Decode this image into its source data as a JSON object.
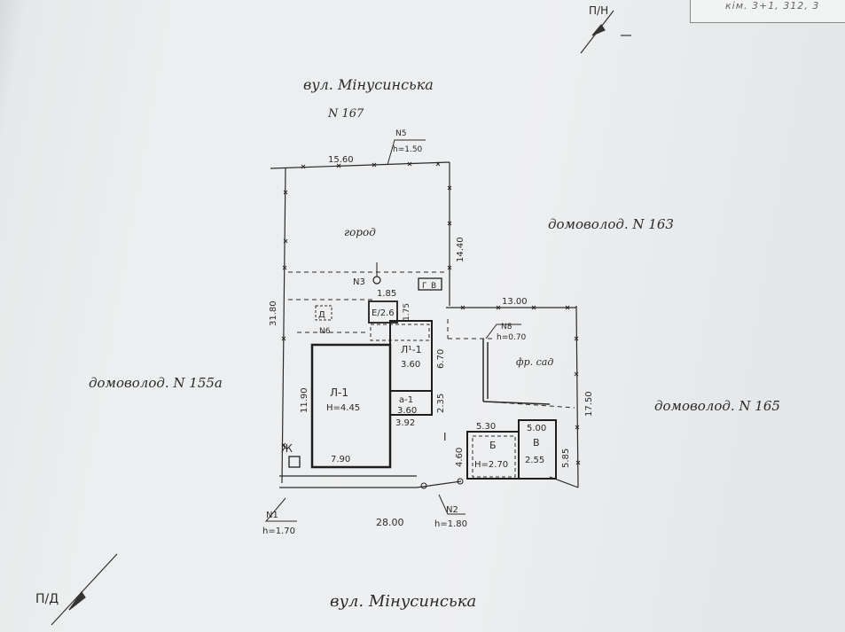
{
  "header": {
    "stamp_text": "кім. 3+1, 312, 3",
    "north_top": "П/Н",
    "north_bottom": "П/Д"
  },
  "streets": {
    "top_name": "вул. Мінусинська",
    "top_number": "N 167",
    "bottom_name": "вул. Мінусинська"
  },
  "neighbors": {
    "right_top": "домоволод. N 163",
    "left": "домоволод. N 155а",
    "right_bottom": "домоволод. N 165"
  },
  "plot": {
    "top_length": "15.60",
    "right_upper": "14.40",
    "left_side": "31.80",
    "middle_top": "13.00",
    "right_lower": "17.50",
    "bottom_length": "28.00",
    "left_house_side": "11.90",
    "garden_label": "город",
    "orchard_label": "фр. сад",
    "yard_label": "I"
  },
  "buildings": {
    "main_house_label": "Л-1",
    "main_house_height": "Н=4.45",
    "main_house_width": "7.90",
    "ext1_label": "Л¹-1",
    "ext1_height": "3.60",
    "ext1_side": "6.70",
    "ext2_label": "а-1",
    "ext2_height": "3.60",
    "ext2_width": "3.92",
    "ext2_side": "2.35",
    "shed_e_label": "Е/2.6",
    "shed_e_top": "1.85",
    "shed_e_side": "1.75",
    "small_label": "Д",
    "shed_b_label": "Б",
    "shed_b_height": "Н=2.70",
    "shed_b_top": "5.30",
    "shed_b_side": "4.60",
    "shed_v_label": "В",
    "shed_v_height": "2.55",
    "shed_v_top": "5.00",
    "shed_v_side": "5.85",
    "toilet_label": "Г",
    "toilet_label2": "В",
    "bottom_left_label": "Ж"
  },
  "fences": {
    "n1": "N1",
    "n1_height": "h=1.70",
    "n2": "N2",
    "n2_height": "h=1.80",
    "n3": "N3",
    "n5": "N5",
    "n5_height": "h=1.50",
    "n6": "N6",
    "n8": "N8",
    "n8_height": "h=0.70"
  }
}
